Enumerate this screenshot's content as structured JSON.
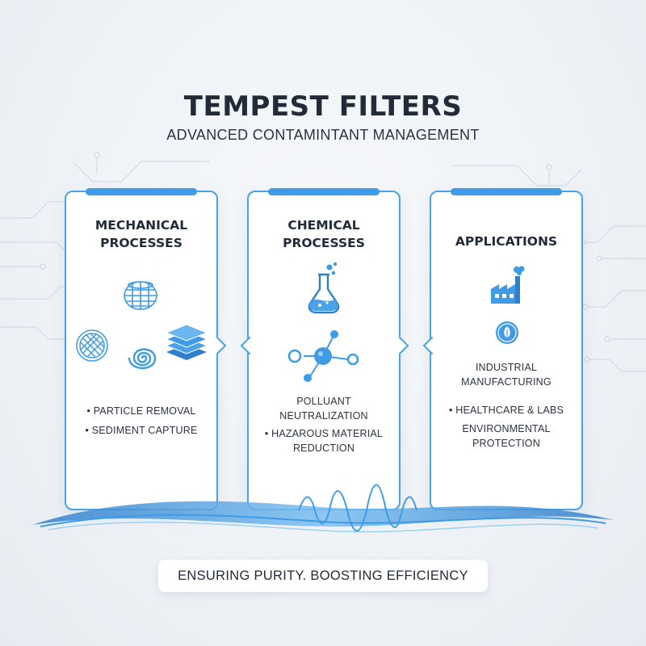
{
  "header": {
    "title": "TEMPEST FILTERS",
    "subtitle": "ADVANCED CONTAMINTANT MANAGEMENT"
  },
  "cards": [
    {
      "heading": [
        "MECHANICAL",
        "PROCESSES"
      ],
      "icons": [
        "mesh-sphere-icon",
        "mesh-disc-icon",
        "spiral-icon",
        "layered-stack-icon"
      ],
      "items": [
        "PARTICLE REMOVAL",
        "SEDIMENT CAPTURE"
      ]
    },
    {
      "heading": [
        "CHEMICAL",
        "PROCESSES"
      ],
      "icons": [
        "flask-icon",
        "molecule-icon"
      ],
      "items": [
        [
          "POLLUANT",
          "NEUTRALIZATION"
        ],
        [
          "HAZAROUS MATERIAL",
          "REDUCTION"
        ]
      ]
    },
    {
      "heading": [
        "APPLICATIONS"
      ],
      "icons": [
        "factory-icon",
        "leaf-icon"
      ],
      "items": [
        [
          "INDUSTRIAL",
          "MANUFACTURING"
        ],
        "HEALTHCARE & LABS",
        [
          "ENVIRONMENTAL",
          "PROTECTION"
        ]
      ]
    }
  ],
  "footer": {
    "tagline": "ENSURING PURITY. BOOSTING EFFICIENCY"
  },
  "colors": {
    "accent": "#3f9be6",
    "border": "#4aa3e8",
    "text": "#222b38",
    "background": "#eef2f6"
  }
}
